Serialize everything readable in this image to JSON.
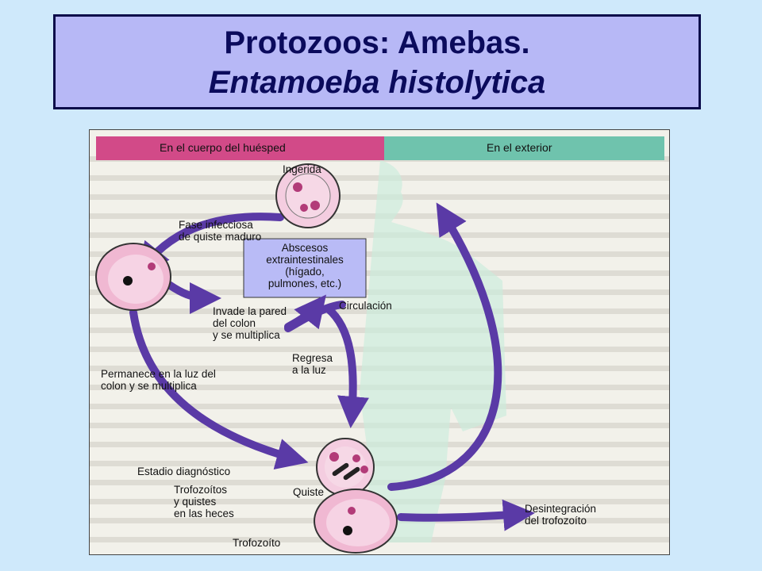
{
  "title": {
    "line1": "Protozoos: Amebas.",
    "line2": "Entamoeba histolytica"
  },
  "colors": {
    "background": "#cfe9fb",
    "title_fill": "#b7b8f6",
    "host_header": "#d24a88",
    "exterior_header": "#6fc3ad",
    "arrow": "#5a3aa6",
    "cyst_fill": "#f4cde0",
    "nucleus": "#b23b78"
  },
  "diagram": {
    "headers": {
      "host": "En el cuerpo del huésped",
      "exterior": "En el exterior"
    },
    "labels": {
      "ingerida": "Ingerida",
      "fase_line1": "Fase infecciosa",
      "fase_line2": "de quiste maduro",
      "abscesos_line1": "Abscesos",
      "abscesos_line2": "extraintestinales",
      "abscesos_line3": "(hígado,",
      "abscesos_line4": "pulmones, etc.)",
      "invade_line1": "Invade la pared",
      "invade_line2": "del colon",
      "invade_line3": "y se multiplica",
      "circulacion": "Circulación",
      "regresa_line1": "Regresa",
      "regresa_line2": "a la luz",
      "permanece_line1": "Permanece en la luz del",
      "permanece_line2": "colon y se multiplica",
      "estadio": "Estadio diagnóstico",
      "trofo_line1": "Trofozoítos",
      "trofo_line2": "y quistes",
      "trofo_line3": "en las heces",
      "quiste": "Quiste",
      "trofozoito": "Trofozoíto",
      "desint_line1": "Desintegración",
      "desint_line2": "del trofozoíto"
    }
  }
}
